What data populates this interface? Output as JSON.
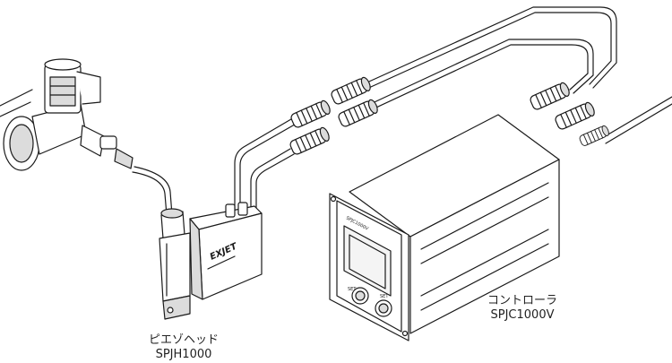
{
  "labels": {
    "head": {
      "name": "ピエゾヘッド",
      "model": "SPJH1000"
    },
    "controller": {
      "name": "コントローラ",
      "model": "SPJC1000V"
    }
  },
  "head_brand": "EXJET",
  "controller_panel": {
    "brand": "SPJC1000V",
    "knob_left_label": "SET",
    "knob_right_label": "SET"
  },
  "colors": {
    "line": "#1a1a1a",
    "body_fill": "#ffffff",
    "shade": "#dcdcdc",
    "screen": "#f4f4f4"
  }
}
